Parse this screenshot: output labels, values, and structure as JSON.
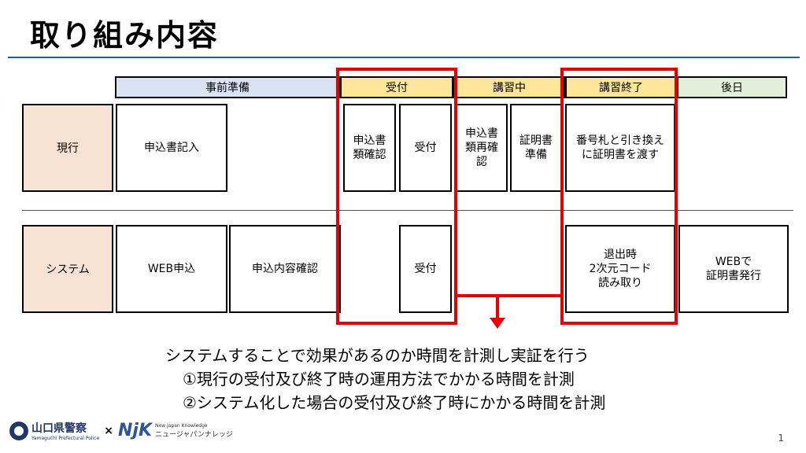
{
  "title": "取り組み内容",
  "phases": {
    "pre": "事前準備",
    "reception": "受付",
    "during": "講習中",
    "end": "講習終了",
    "later": "後日"
  },
  "colors": {
    "pre": "#dae3f3",
    "reception": "#ffe699",
    "during": "#ffe699",
    "end": "#ffe699",
    "later": "#e2f0d9",
    "row_label": "#f8e2d4",
    "highlight": "#e60000",
    "rule": "#2f5597"
  },
  "rows": {
    "current": {
      "label": "現行",
      "application_entry": "申込書記入",
      "document_check": "申込書\n類確認",
      "reception": "受付",
      "document_recheck": "申込書\n類再確\n認",
      "certificate_prep": "証明書\n準備",
      "certificate_handover": "番号札と引き換え\nに証明書を渡す"
    },
    "system": {
      "label": "システム",
      "web_application": "WEB申込",
      "application_review": "申込内容確認",
      "reception": "受付",
      "exit_qr": "退出時\n2次元コード\n読み取り",
      "web_certificate": "WEBで\n証明書発行"
    }
  },
  "description": {
    "line1": "システムすることで効果があるのか時間を計測し実証を行う",
    "line2": "①現行の受付及び終了時の運用方法でかかる時間を計測",
    "line3": "②システム化した場合の受付及び終了時にかかる時間を計測"
  },
  "footer": {
    "police_name": "山口県警察",
    "police_sub": "Yamaguchi Prefectural Police",
    "times": "×",
    "njk_logo": "NjK",
    "njk_en": "New Japan Knowledge",
    "njk_jp": "ニュージャパンナレッジ",
    "page_number": "1"
  }
}
